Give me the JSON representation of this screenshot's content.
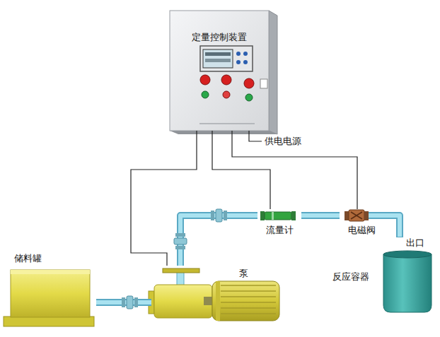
{
  "diagram": {
    "nodes": [
      {
        "text": [
          "定量控制装置"
        ]
      },
      {
        "text": [
          "储料罐"
        ]
      },
      {
        "text": [
          "泵"
        ]
      },
      {
        "text": [
          "流量计"
        ]
      },
      {
        "text": [
          "电磁阀"
        ]
      },
      {
        "text": [
          "反应容器"
        ]
      }
    ],
    "edges": [
      {
        "from": 0,
        "to": 2,
        "arrow": "none"
      },
      {
        "from": 0,
        "to": 3,
        "arrow": "none"
      },
      {
        "from": 0,
        "to": 4,
        "arrow": "none"
      },
      {
        "from": 1,
        "to": 2,
        "arrow": "none"
      },
      {
        "from": 2,
        "to": 3,
        "arrow": "none"
      },
      {
        "from": 3,
        "to": 4,
        "arrow": "none"
      }
    ],
    "labels": [
      "供电电源",
      "出口"
    ]
  }
}
